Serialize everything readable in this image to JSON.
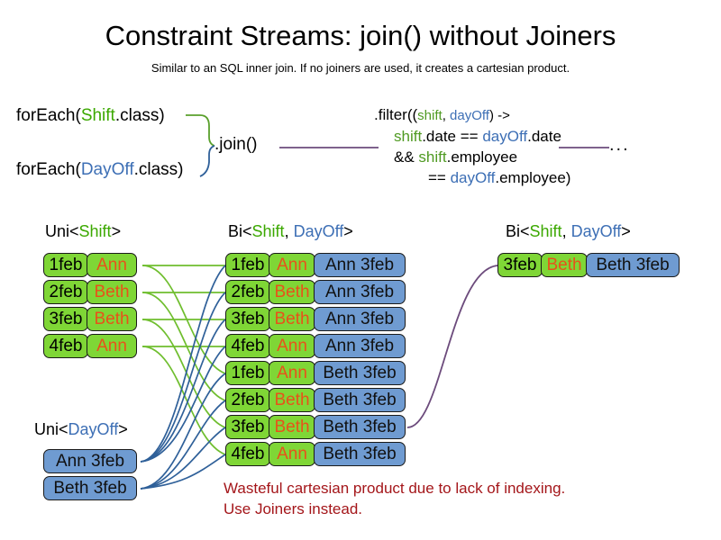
{
  "title": "Constraint Streams: join() without Joiners",
  "subtitle": "Similar to an SQL inner join. If no joiners are used, it creates a cartesian product.",
  "code": {
    "foreach_shift_prefix": "forEach(",
    "foreach_shift_class": "Shift",
    "foreach_shift_suffix": ".class)",
    "foreach_dayoff_prefix": "forEach(",
    "foreach_dayoff_class": "DayOff",
    "foreach_dayoff_suffix": ".class)",
    "join_label": ".join()",
    "ellipsis": "...",
    "filter": {
      "line1_prefix": ".filter((",
      "line1_var_shift": "shift",
      "line1_comma": ", ",
      "line1_var_dayoff": "dayOff",
      "line1_suffix": ") ->",
      "line2_var_shift": "shift",
      "line2_mid": ".date == ",
      "line2_var_dayoff": "dayOff",
      "line2_suffix": ".date",
      "line3_prefix": "&& ",
      "line3_var_shift": "shift",
      "line3_suffix": ".employee",
      "line4_prefix": "== ",
      "line4_var_dayoff": "dayOff",
      "line4_suffix": ".employee)"
    }
  },
  "headers": {
    "uni_shift": {
      "prefix": "Uni<",
      "type": "Shift",
      "suffix": ">"
    },
    "bi_middle": {
      "prefix": "Bi<",
      "type_a": "Shift",
      "comma": ", ",
      "type_b": "DayOff",
      "suffix": ">"
    },
    "bi_right": {
      "prefix": "Bi<",
      "type_a": "Shift",
      "comma": ", ",
      "type_b": "DayOff",
      "suffix": ">"
    },
    "uni_dayoff": {
      "prefix": "Uni<",
      "type": "DayOff",
      "suffix": ">"
    }
  },
  "shifts": [
    {
      "date": "1feb",
      "employee": "Ann"
    },
    {
      "date": "2feb",
      "employee": "Beth"
    },
    {
      "date": "3feb",
      "employee": "Beth"
    },
    {
      "date": "4feb",
      "employee": "Ann"
    }
  ],
  "dayoffs": [
    {
      "label": "Ann 3feb"
    },
    {
      "label": "Beth 3feb"
    }
  ],
  "cartesian": [
    {
      "date": "1feb",
      "employee": "Ann",
      "dayoff": "Ann 3feb"
    },
    {
      "date": "2feb",
      "employee": "Beth",
      "dayoff": "Ann 3feb"
    },
    {
      "date": "3feb",
      "employee": "Beth",
      "dayoff": "Ann 3feb"
    },
    {
      "date": "4feb",
      "employee": "Ann",
      "dayoff": "Ann 3feb"
    },
    {
      "date": "1feb",
      "employee": "Ann",
      "dayoff": "Beth 3feb"
    },
    {
      "date": "2feb",
      "employee": "Beth",
      "dayoff": "Beth 3feb"
    },
    {
      "date": "3feb",
      "employee": "Beth",
      "dayoff": "Beth 3feb"
    },
    {
      "date": "4feb",
      "employee": "Ann",
      "dayoff": "Beth 3feb"
    }
  ],
  "result": {
    "date": "3feb",
    "employee": "Beth",
    "dayoff": "Beth 3feb"
  },
  "warning": {
    "line1": "Wasteful cartesian product due to lack of indexing.",
    "line2": "Use Joiners instead."
  },
  "colors": {
    "shift_green": "#7fd636",
    "dayoff_blue": "#6f9bd1",
    "employee_orange": "#e8521a",
    "warning_red": "#a4161a",
    "class_shift_green": "#3ba800",
    "class_dayoff_blue": "#3d6fb5",
    "wire_green": "#5aa02c",
    "wire_blue": "#2f6099",
    "wire_purple": "#6c4b7c"
  }
}
